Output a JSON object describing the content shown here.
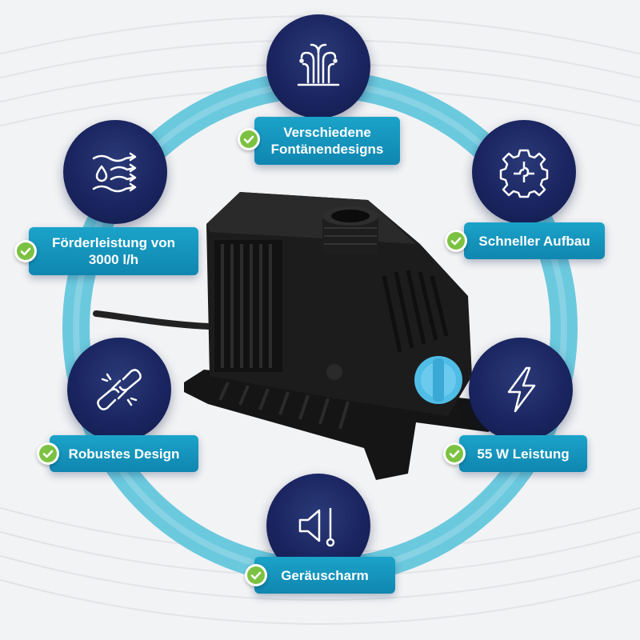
{
  "features": [
    {
      "icon": "fountain-icon",
      "label": "Verschiedene Fontänendesigns"
    },
    {
      "icon": "flow-waves-icon",
      "label": "Förderleistung von 3000 l/h"
    },
    {
      "icon": "puzzle-gear-icon",
      "label": "Schneller Aufbau"
    },
    {
      "icon": "chain-link-icon",
      "label": "Robustes Design"
    },
    {
      "icon": "lightning-icon",
      "label": "55 W Leistung"
    },
    {
      "icon": "speaker-low-icon",
      "label": "Geräuscharm"
    }
  ],
  "colors": {
    "icon_circle": "#1a2560",
    "label_bg": "#1ba3c9",
    "ring": "#59c3dc",
    "check": "#7cc242",
    "pump_body": "#1a1a1a",
    "pump_accent": "#4fbde6"
  }
}
